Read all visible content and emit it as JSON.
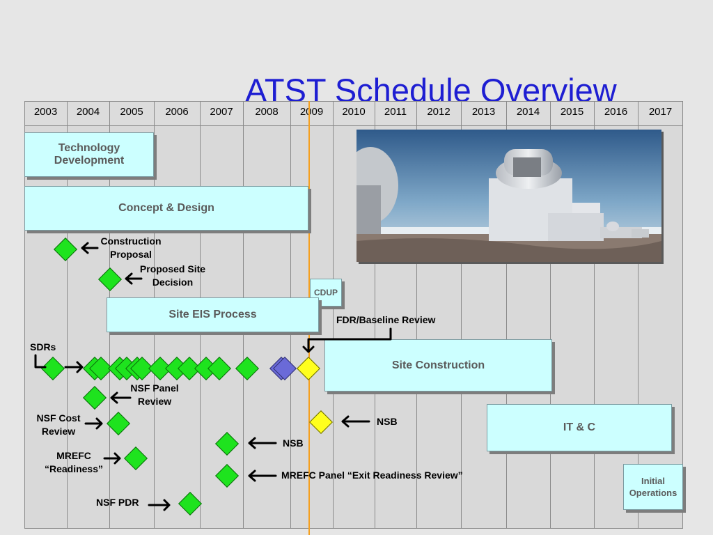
{
  "title": "ATST Schedule Overview",
  "years": [
    "2003",
    "2004",
    "2005",
    "2006",
    "2007",
    "2008",
    "2009",
    "2010",
    "2011",
    "2012",
    "2013",
    "2014",
    "2015",
    "2016",
    "2017"
  ],
  "bars": {
    "technology_development": "Technology Development",
    "concept_design": "Concept & Design",
    "cdup": "CDUP",
    "site_eis": "Site EIS Process",
    "site_construction": "Site Construction",
    "itc": "IT & C",
    "initial_operations": "Initial Operations"
  },
  "milestones": {
    "construction_proposal": "Construction Proposal",
    "proposed_site_decision": "Proposed Site Decision",
    "fdr_baseline_review": "FDR/Baseline Review",
    "sdrs": "SDRs",
    "nsf_panel_review": "NSF Panel Review",
    "nsf_cost_review": "NSF Cost Review",
    "nsb_2009": "NSB",
    "nsb_2007": "NSB",
    "mrefc_readiness": "MREFC “Readiness”",
    "mrefc_panel": "MREFC Panel “Exit Readiness Review”",
    "nsf_pdr": "NSF PDR"
  },
  "colors": {
    "bar_fill": "#ccffff",
    "milestone_done": "#1ee31e",
    "milestone_current": "#ffff1e",
    "milestone_other": "#6a6ad8",
    "today_line": "#f5a020",
    "title": "#1e1ed2"
  }
}
